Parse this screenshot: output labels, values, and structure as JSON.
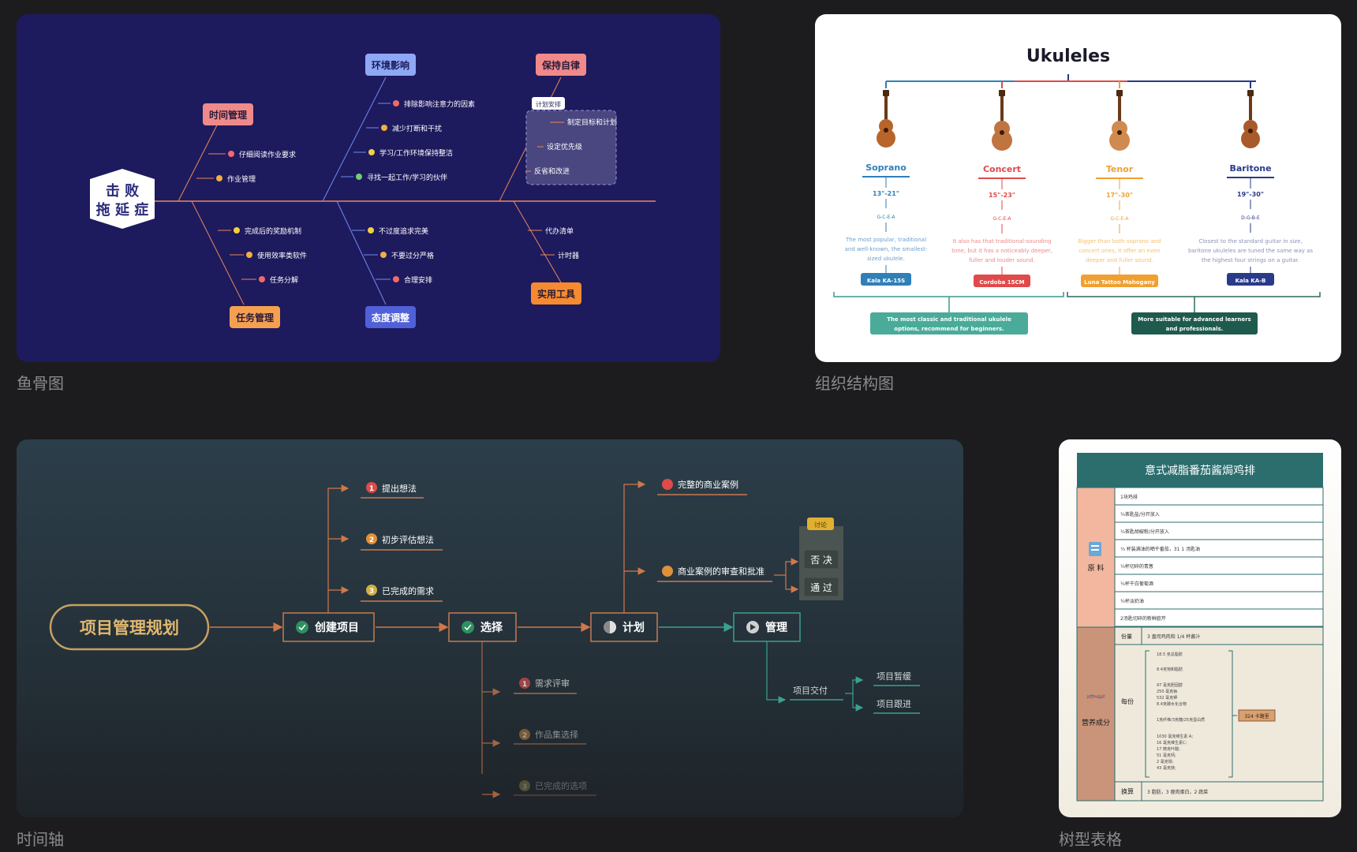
{
  "captions": {
    "fishbone": "鱼骨图",
    "org": "组织结构图",
    "timeline": "时间轴",
    "tree": "树型表格"
  },
  "fishbone": {
    "head": [
      "击 败",
      "拖 延 症"
    ],
    "time_mgmt": {
      "title": "时间管理",
      "items": [
        "仔细阅读作业要求",
        "作业管理"
      ]
    },
    "env": {
      "title": "环境影响",
      "items": [
        "排除影响注意力的因素",
        "减少打断和干扰",
        "学习/工作环境保持整洁",
        "寻找一起工作/学习的伙伴"
      ]
    },
    "discipline": {
      "title": "保持自律",
      "callout": "计划安排",
      "items": [
        "制定目标和计划",
        "设定优先级",
        "反省和改进"
      ]
    },
    "task_mgmt": {
      "title": "任务管理",
      "items": [
        "完成后的奖励机制",
        "使用效率类软件",
        "任务分解"
      ]
    },
    "attitude": {
      "title": "态度调整",
      "items": [
        "不过度追求完美",
        "不要过分严格",
        "合理安排"
      ]
    },
    "tools": {
      "title": "实用工具",
      "items": [
        "代办清单",
        "计时器"
      ]
    }
  },
  "org": {
    "title": "Ukuleles",
    "types": [
      {
        "name": "Soprano",
        "size": "13\"-21\"",
        "tuning": "G-C-E-A",
        "desc": [
          "The most popular, traditional",
          "and well-known, the smallest-",
          "sized ukulele."
        ],
        "model": "Kala KA-15S",
        "color": "#2f7fb8"
      },
      {
        "name": "Concert",
        "size": "15\"-23\"",
        "tuning": "G-C-E-A",
        "desc": [
          "It also has that traditional-sounding",
          "tone, but it has a noticeably deeper,",
          "fuller and louder sound."
        ],
        "model": "Cordoba 15CM",
        "color": "#e04a4a"
      },
      {
        "name": "Tenor",
        "size": "17\"-30\"",
        "tuning": "G-C-E-A",
        "desc": [
          "Bigger than both soprano and",
          "concert ones, it offer an even",
          "deeper and fuller sound."
        ],
        "model": "Luna Tattoo Mahogany",
        "color": "#f0a030"
      },
      {
        "name": "Baritone",
        "size": "19\"-30\"",
        "tuning": "D-G-B-E",
        "desc": [
          "Closest to the standard guitar in size,",
          "baritone ukuleles are tuned the same way as",
          "the highest four strings on a guitar."
        ],
        "model": "Kala KA-B",
        "color": "#2a3a8a"
      }
    ],
    "group_left": [
      "The most classic and traditional ukulele",
      "options, recommend for beginners."
    ],
    "group_right": [
      "More suitable for advanced learners",
      "and professionals."
    ]
  },
  "timeline": {
    "root": "项目管理规划",
    "stages": [
      "创建项目",
      "选择",
      "计划",
      "管理"
    ],
    "create_items": [
      "提出想法",
      "初步评估想法",
      "已完成的需求"
    ],
    "select_items": [
      "需求评审",
      "作品集选择",
      "已完成的选项"
    ],
    "plan_items": [
      "完整的商业案例",
      "商业案例的审查和批准"
    ],
    "discuss_label": "讨论",
    "discuss_opts": [
      "否 决",
      "通 过"
    ],
    "manage_item": "项目交付",
    "manage_sub": [
      "项目暂缓",
      "项目跟进"
    ],
    "nums": [
      "1",
      "2",
      "3"
    ]
  },
  "tree": {
    "title": "意式减脂番茄酱焗鸡排",
    "raw_label": "原 料",
    "raw_items": [
      "1块鸡排",
      "¼茶匙盐/分开放入",
      "¼茶匙胡椒粉/分开放入",
      "⅓ 杯装满油的晒干番茄，31 1 汤匙油",
      "¼杯切碎的青葱",
      "¼杯干白葡萄酒",
      "¼杯淡奶油",
      "2汤匙切碎的新鲜欧芹"
    ],
    "nutri_label": "营养成分",
    "portion_key": "份量",
    "portion_val": "3 盎司鸡肉和 1/4 杯酱汁",
    "per_key": "每份",
    "per_vals": [
      "18.5 克总脂肪",
      "8.4克饱和脂肪",
      "97 毫克胆固醇",
      "250 毫克钠",
      "532 毫克钾",
      "8.4克碳水化合物",
      "1克纤维/3克糖/25克蛋白质",
      "1030 毫克维生素 A;",
      "16 毫克维生素C;",
      "17 微克叶酸;",
      "51 毫克钙;",
      "2 毫克铁;",
      "43 毫克镁;"
    ],
    "kcal": "324 卡路里",
    "exchange_key": "换算",
    "exchange_val": "3 脂肪，3 瘦肉蛋白，2 蔬菜"
  }
}
